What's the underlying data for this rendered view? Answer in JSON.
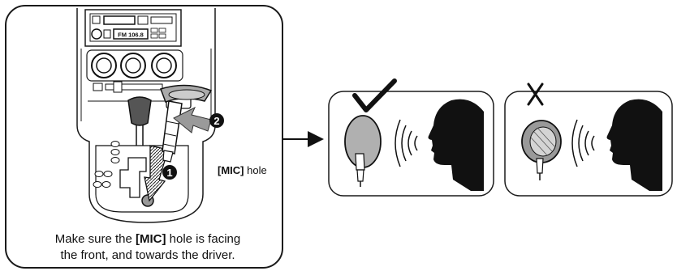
{
  "radio": {
    "frequency": "FM 106.8"
  },
  "steps": {
    "one": "1",
    "two": "2"
  },
  "mic_label": {
    "bold": "[MIC]",
    "rest": " hole"
  },
  "caption": {
    "line1_pre": "Make sure the ",
    "line1_bold": "[MIC]",
    "line1_post": " hole is facing",
    "line2": "the front, and towards the driver."
  },
  "colors": {
    "stroke": "#1a1a1a",
    "panel_fill": "#ffffff",
    "mic_gray": "#a8a8a8",
    "dark": "#111111"
  },
  "icons": {
    "correct": "check-mark-icon",
    "wrong": "x-mark-icon"
  }
}
